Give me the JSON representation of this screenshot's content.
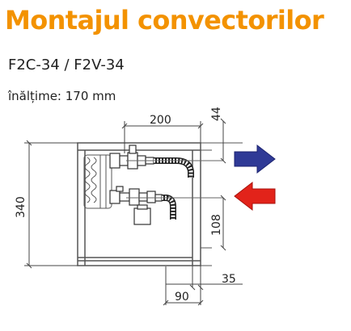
{
  "header": {
    "title": "Montajul convectorilor",
    "models": "F2C-34 / F2V-34",
    "height_label": "înălțime: 170 mm"
  },
  "dimensions": {
    "top_offset": "44",
    "pipe_spacing": "200",
    "total_height": "340",
    "lower_pipe_height": "108",
    "front_gap": "35",
    "bottom_depth": "90"
  },
  "colors": {
    "title": "#f39200",
    "outlet_arrow": "#2f3a96",
    "inlet_arrow": "#e2231a",
    "line": "#555555"
  },
  "icons": {
    "outlet": "arrow-right-icon",
    "inlet": "arrow-left-icon"
  }
}
